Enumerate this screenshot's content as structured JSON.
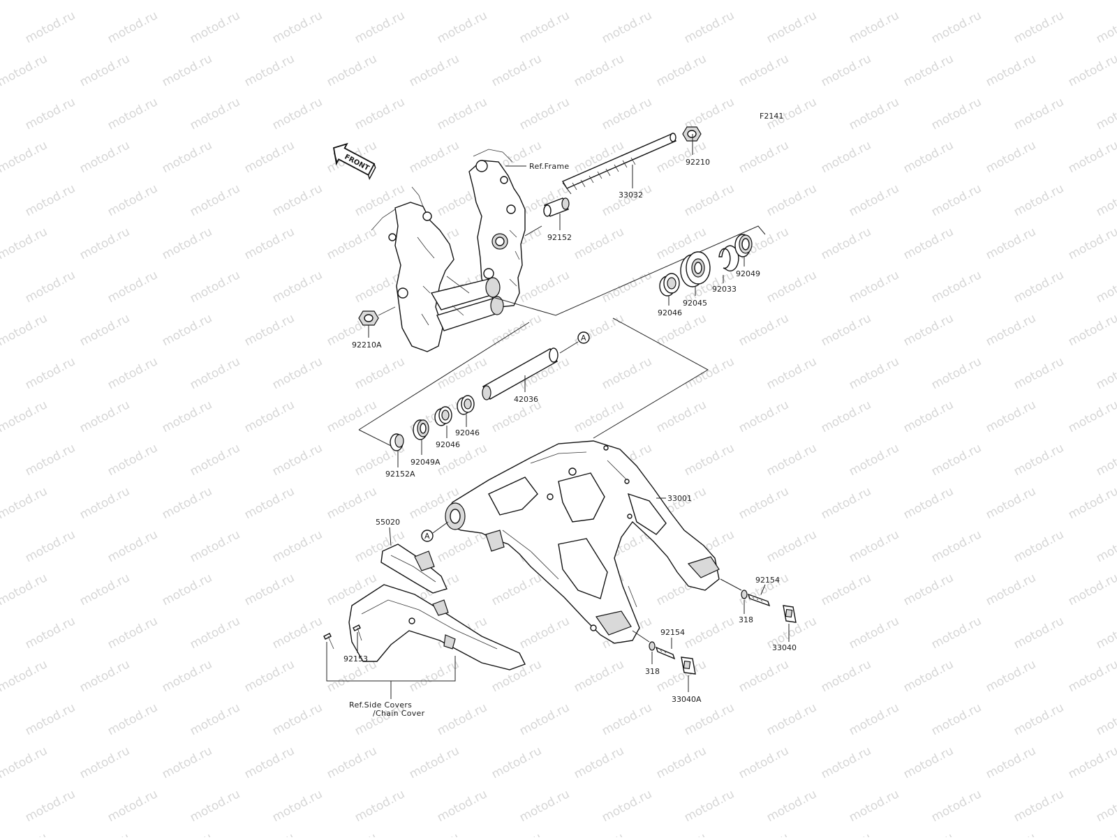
{
  "figure_code": "F2141",
  "watermark_text": "motod.ru",
  "front_arrow_label": "FRONT",
  "callout_letter": "A",
  "ref_labels": {
    "frame": "Ref.Frame",
    "side_covers_line1": "Ref.Side Covers",
    "side_covers_line2": "/Chain Cover"
  },
  "parts": [
    {
      "id": "92210"
    },
    {
      "id": "33032"
    },
    {
      "id": "92152"
    },
    {
      "id": "92049"
    },
    {
      "id": "92033"
    },
    {
      "id": "92045"
    },
    {
      "id": "92046"
    },
    {
      "id": "92210A"
    },
    {
      "id": "42036"
    },
    {
      "id": "92046"
    },
    {
      "id": "92046"
    },
    {
      "id": "92049A"
    },
    {
      "id": "92152A"
    },
    {
      "id": "33001"
    },
    {
      "id": "55020"
    },
    {
      "id": "92154"
    },
    {
      "id": "318"
    },
    {
      "id": "33040"
    },
    {
      "id": "92154"
    },
    {
      "id": "318"
    },
    {
      "id": "33040A"
    },
    {
      "id": "92153"
    }
  ]
}
